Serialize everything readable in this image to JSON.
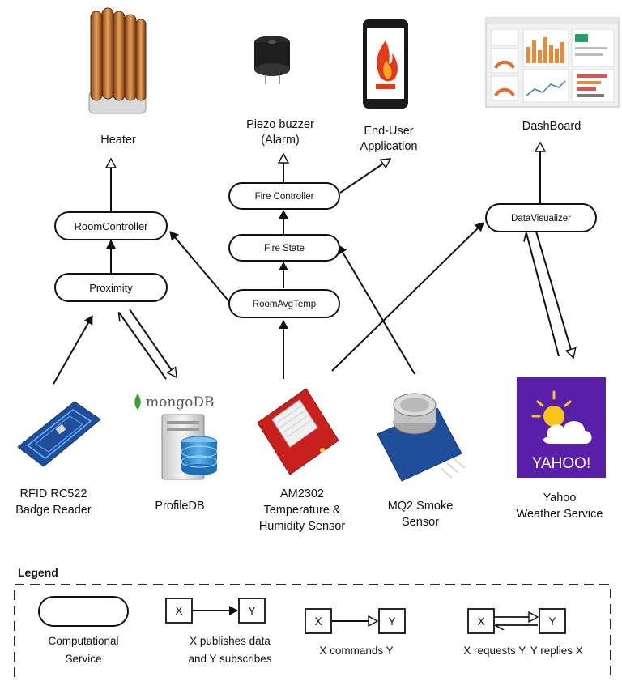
{
  "devices": {
    "heater": "Heater",
    "piezo_line1": "Piezo buzzer",
    "piezo_line2": "(Alarm)",
    "enduser_line1": "End-User",
    "enduser_line2": "Application",
    "dashboard": "DashBoard",
    "rfid_line1": "RFID RC522",
    "rfid_line2": "Badge Reader",
    "profiledb": "ProfileDB",
    "mongodb_logo": "mongoDB",
    "am2302_line1": "AM2302",
    "am2302_line2": "Temperature &",
    "am2302_line3": "Humidity Sensor",
    "mq2_line1": "MQ2 Smoke",
    "mq2_line2": "Sensor",
    "yahoo_line1": "Yahoo",
    "yahoo_line2": "Weather Service",
    "yahoo_logo": "YAHOO!"
  },
  "services": {
    "room_controller": "RoomController",
    "proximity": "Proximity",
    "fire_controller": "Fire Controller",
    "fire_state": "Fire State",
    "room_avg_temp": "RoomAvgTemp",
    "data_visualizer": "DataVisualizer"
  },
  "legend": {
    "title": "Legend",
    "computational_line1": "Computational",
    "computational_line2": "Service",
    "x": "X",
    "y": "Y",
    "publish_line1": "X publishes data",
    "publish_line2": "and Y subscribes",
    "commands": "X commands Y",
    "requests": "X requests Y, Y replies X"
  },
  "colors": {
    "stroke": "#111111",
    "yahoo_purple": "#5a1fa8",
    "mongodb_green": "#3f9b3a",
    "sensor_red": "#c8201c",
    "pcb_blue": "#1f4f9a",
    "alarm_red": "#e23a1a"
  }
}
